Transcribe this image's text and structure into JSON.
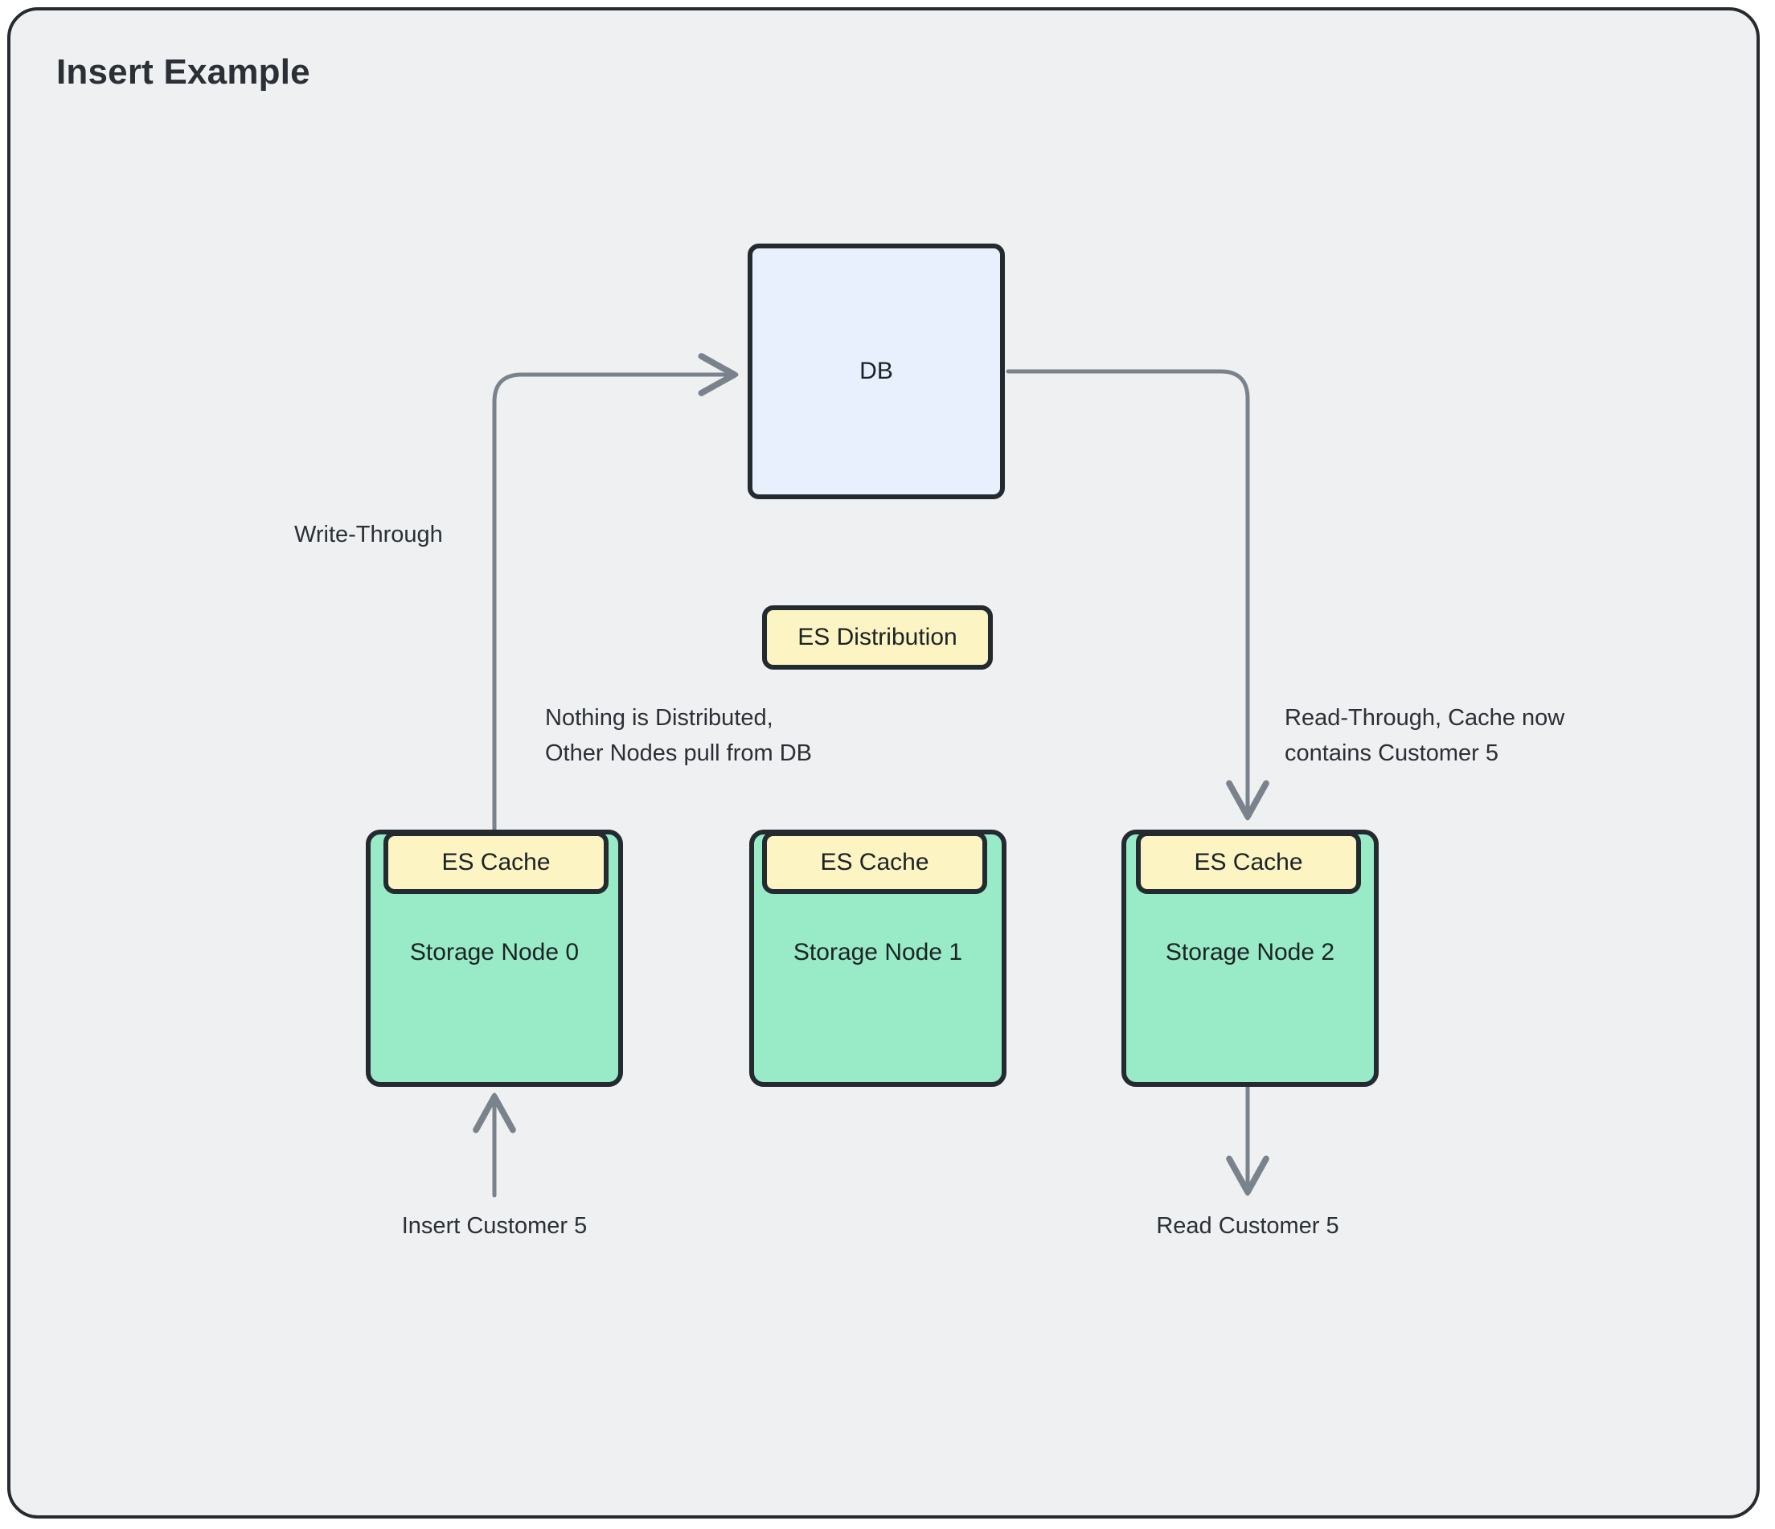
{
  "diagram": {
    "title": "Insert Example",
    "background_color": "#eef0f2",
    "frame_border_color": "#262b30",
    "edge_color": "#7a828c",
    "node_border_color": "#232a30",
    "db_fill": "#e8effd",
    "storage_fill": "#98ebc6",
    "cache_fill": "#fcf4c3"
  },
  "nodes": {
    "db": {
      "label": "DB"
    },
    "distribution": {
      "label": "ES Distribution"
    },
    "storage": [
      {
        "label": "Storage Node 0",
        "cache_label": "ES Cache"
      },
      {
        "label": "Storage Node 1",
        "cache_label": "ES Cache"
      },
      {
        "label": "Storage Node 2",
        "cache_label": "ES Cache"
      }
    ]
  },
  "edge_labels": {
    "write_through": "Write-Through",
    "distribution_note_line1": "Nothing is Distributed,",
    "distribution_note_line2": "Other Nodes pull from DB",
    "read_through_line1": "Read-Through, Cache now",
    "read_through_line2": "contains Customer 5",
    "insert_customer": "Insert Customer 5",
    "read_customer": "Read Customer 5"
  }
}
